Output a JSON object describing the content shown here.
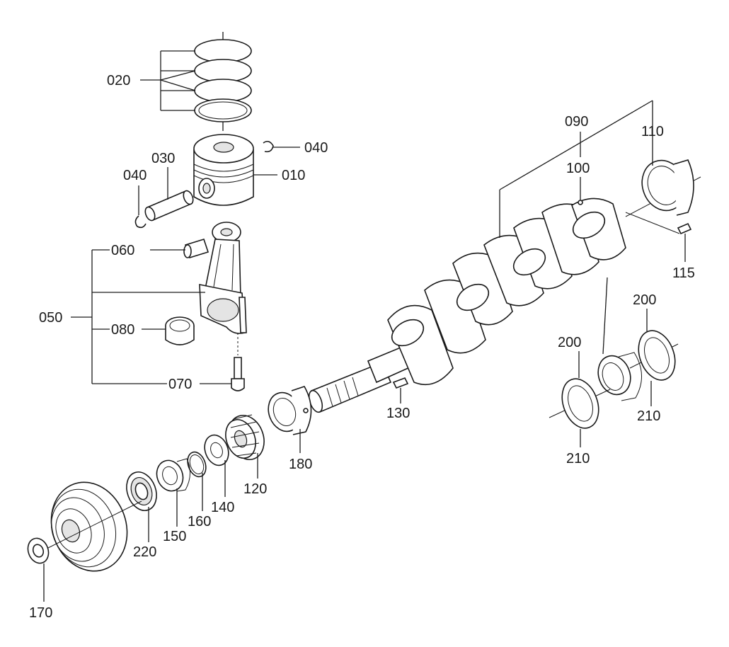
{
  "diagram": {
    "labels": {
      "p010": "010",
      "p020": "020",
      "p030": "030",
      "p040a": "040",
      "p040b": "040",
      "p050": "050",
      "p060": "060",
      "p070": "070",
      "p080": "080",
      "p090": "090",
      "p100": "100",
      "p110": "110",
      "p115": "115",
      "p120": "120",
      "p130": "130",
      "p140": "140",
      "p150": "150",
      "p160": "160",
      "p170": "170",
      "p180": "180",
      "p200a": "200",
      "p200b": "200",
      "p210a": "210",
      "p210b": "210",
      "p220": "220"
    }
  }
}
